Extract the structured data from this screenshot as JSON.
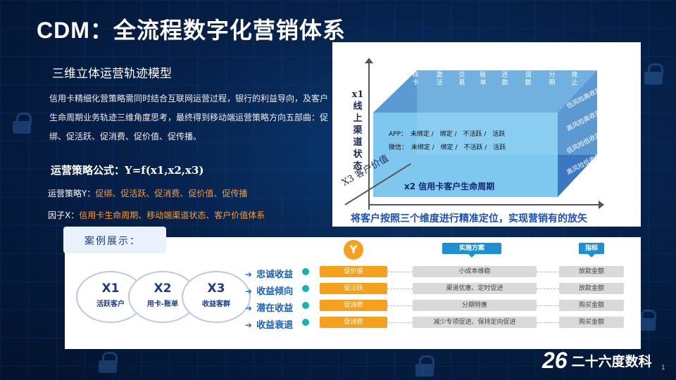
{
  "title": "CDM：全流程数字化营销体系",
  "left": {
    "subtitle": "三维立体运营轨迹模型",
    "paragraph": "信用卡精细化营策略需同时结合互联网运营过程，银行的利益导向，及客户生命周期业务轨迹三维角度思考，最终得到移动端运营策略方向五部曲：促绑、促活跃、促消费、促价值、促传播。",
    "formula": "运营策略公式：Y=f(x1,x2,x3)",
    "strategy_prefix": "运营策略Y：",
    "strategy_value": "促绑、促活跃、促消费、促价值、促传播",
    "factor_prefix": "因子X：",
    "factor_value": "信用卡生命周期、移动端渠道状态、客户价值体系"
  },
  "model": {
    "y_axis_label": "x1线上渠道状态",
    "z_axis_label": "X3 客户价值",
    "front_label": "x2 信用卡客户生命周期",
    "caption": "将客户按照三个维度进行精准定位，实现营销有的放矢",
    "stages": [
      "核卡",
      "激活",
      "交易",
      "账单",
      "还款",
      "调额",
      "分期",
      "挽止"
    ],
    "value_layers": [
      "低风险高收益",
      "高风险高收益",
      "低风险低收益",
      "高风险低收益"
    ],
    "rows": [
      {
        "label": "APP：",
        "states": [
          "未绑定 /",
          "绑定 /",
          "不活跃 /",
          "活跃"
        ]
      },
      {
        "label": "微信：",
        "states": [
          "未绑定 /",
          "绑定 /",
          "不活跃 /",
          "活跃"
        ]
      }
    ],
    "colors": {
      "front": "#7ec8ef",
      "top": "#5a9bd4",
      "side": "#3a78c2"
    }
  },
  "case": {
    "tag": "案例展示：",
    "ellipses": [
      {
        "big": "X1",
        "small": "活跃客户"
      },
      {
        "big": "X2",
        "small": "用卡-账单"
      },
      {
        "big": "X3",
        "small": "收益客群"
      }
    ],
    "head_y": "Y",
    "head_plan": "实施方案",
    "head_metric": "指标",
    "rows": [
      {
        "segment": "忠诚收益",
        "y": "促价值",
        "plan": "小成本维稳",
        "metric": "放款金额"
      },
      {
        "segment": "收益倾向",
        "y": "促活跃",
        "plan": "渠道优惠、定时促进",
        "metric": "放款金额"
      },
      {
        "segment": "潜在收益",
        "y": "促消费",
        "plan": "分期特惠",
        "metric": "购买金额"
      },
      {
        "segment": "收益衰退",
        "y": "促消费",
        "plan": "减少专项促进、保持定向促进",
        "metric": "购买金额"
      }
    ]
  },
  "brand": {
    "num": "26",
    "name": "二十六度数科"
  },
  "page_number": "1"
}
